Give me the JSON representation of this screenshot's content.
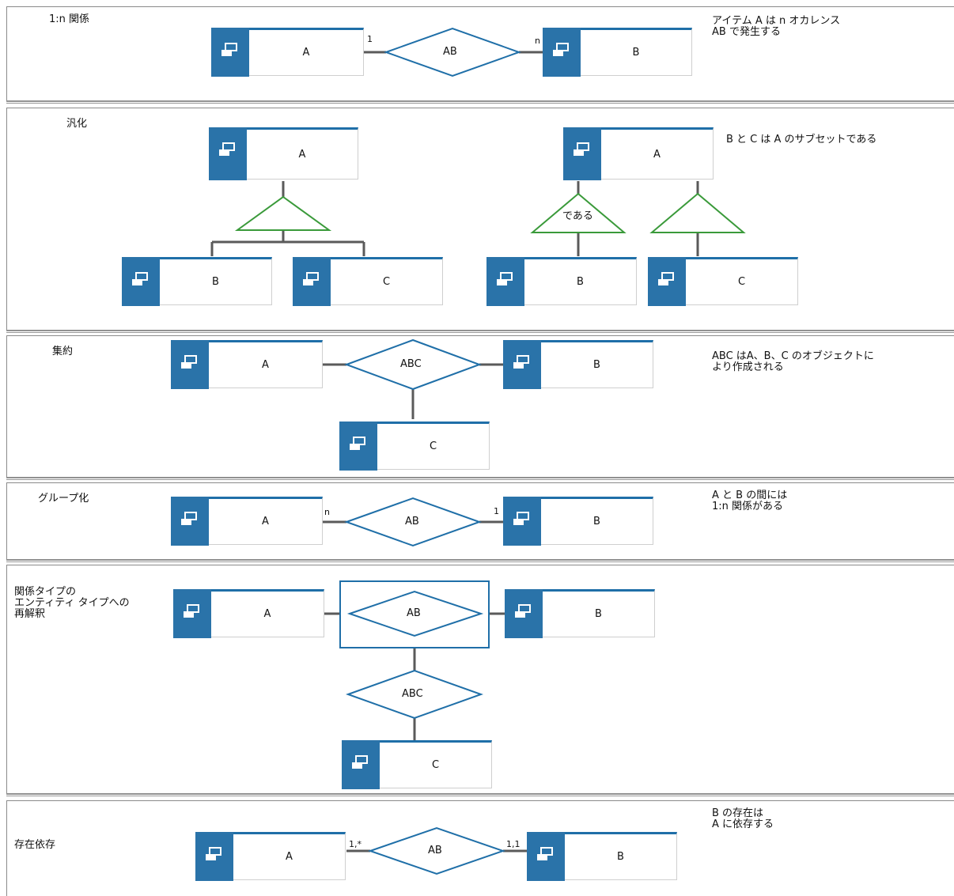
{
  "colors": {
    "entity_blue": "#2a73a9",
    "relation_blue": "#1f6fa8",
    "generalization_green": "#3a9a3a",
    "connector_gray": "#5a5a5a"
  },
  "icons": {
    "entity": "entity-icon"
  },
  "sections": {
    "one_to_n": {
      "title": "1:n 関係",
      "note": "アイテム A は n オカレンス\nAB で発生する",
      "entity_a": "A",
      "entity_b": "B",
      "relation": "AB",
      "card_left": "1",
      "card_right": "n"
    },
    "generalization": {
      "title": "汎化",
      "note": "B と C は A のサブセットである",
      "left": {
        "parent": "A",
        "child_1": "B",
        "child_2": "C"
      },
      "right": {
        "parent": "A",
        "isa": "である",
        "child_1": "B",
        "child_2": "C"
      }
    },
    "aggregation": {
      "title": "集約",
      "note": "ABC はA、B、C のオブジェクトに\nより作成される",
      "entity_a": "A",
      "entity_b": "B",
      "entity_c": "C",
      "relation": "ABC"
    },
    "grouping": {
      "title": "グループ化",
      "note": "A と B の間には\n1:n 関係がある",
      "entity_a": "A",
      "entity_b": "B",
      "relation": "AB",
      "card_left": "n",
      "card_right": "1"
    },
    "reinterpretation": {
      "title": "関係タイプの\nエンティティ タイプへの\n再解釈",
      "entity_a": "A",
      "entity_b": "B",
      "entity_c": "C",
      "relation_inner": "AB",
      "relation_lower": "ABC"
    },
    "existence": {
      "title": "存在依存",
      "note": "B の存在は\nA に依存する",
      "entity_a": "A",
      "entity_b": "B",
      "relation": "AB",
      "card_left": "1,*",
      "card_right": "1,1"
    }
  }
}
